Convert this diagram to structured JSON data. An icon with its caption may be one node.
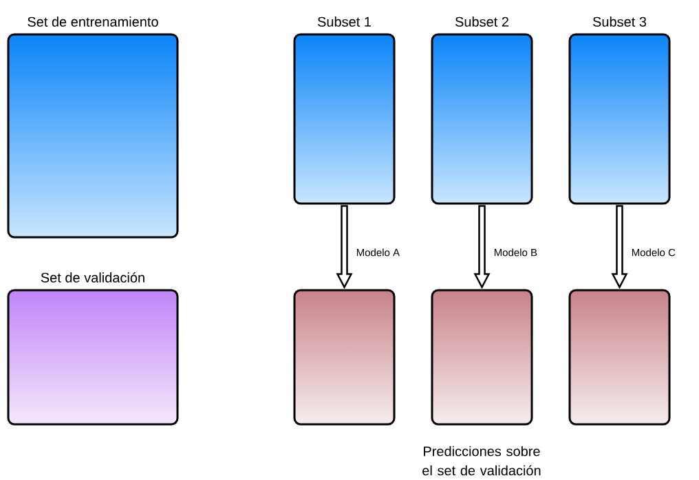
{
  "diagram": {
    "nodes": [
      {
        "text": [
          "Set de entrenamiento"
        ]
      },
      {
        "text": [
          "Set de validación"
        ]
      },
      {
        "text": [
          "Subset 1"
        ]
      },
      {
        "text": [
          "Subset 2"
        ]
      },
      {
        "text": [
          "Subset 3"
        ]
      },
      {
        "text": [],
        "shape": "box"
      },
      {
        "text": [],
        "shape": "box"
      },
      {
        "text": [],
        "shape": "box"
      }
    ],
    "edges": [
      {
        "from": 2,
        "to": 5,
        "arrow": "to",
        "label": "Modelo A"
      },
      {
        "from": 3,
        "to": 6,
        "arrow": "to",
        "label": "Modelo B"
      },
      {
        "from": 4,
        "to": 7,
        "arrow": "to",
        "label": "Modelo C"
      }
    ],
    "labels": [
      "Predicciones sobre el set de validación"
    ]
  }
}
